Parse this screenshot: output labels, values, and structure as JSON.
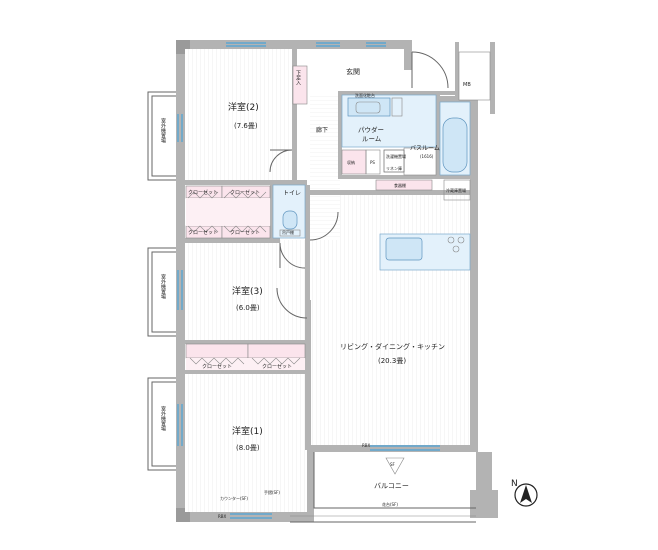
{
  "rooms": {
    "western2": {
      "name": "洋室(2)",
      "area": "(7.6畳)"
    },
    "western3": {
      "name": "洋室(3)",
      "area": "(6.0畳)"
    },
    "western1": {
      "name": "洋室(1)",
      "area": "(8.0畳)"
    },
    "ldk": {
      "name": "リビング・ダイニング・キッチン",
      "area": "(20.3畳)"
    },
    "entrance": "玄関",
    "hall": "廊下",
    "powder": "パウダー\nルーム",
    "bath": "バスルーム",
    "bath_size": "(1616)",
    "toilet": "トイレ",
    "balcony": "バルコニー",
    "mb": "MB"
  },
  "closets": {
    "c1": "クローゼット",
    "c2": "クローゼット",
    "c3": "クローゼット",
    "c4": "クローゼット",
    "c5": "クローゼット",
    "c6": "クローゼット"
  },
  "fixtures": {
    "shoe": "下足入",
    "vanity": "洗面化粧台",
    "storage": "収納",
    "ps": "PS",
    "washer": "洗濯機置場",
    "linen": "リネン庫",
    "pantry": "食器棚",
    "fridge": "冷蔵庫置場",
    "tp_storage": "吊戸棚",
    "aircon1": "室外機置場",
    "aircon2": "室外機置場",
    "aircon3": "室外機置場",
    "counter": "カウンター(SF)",
    "rail": "手摺(SF)",
    "flowerbox": "花台(SF)",
    "sf": "SF",
    "rbx1": "RBX",
    "rbx2": "RBX"
  },
  "compass": "N"
}
